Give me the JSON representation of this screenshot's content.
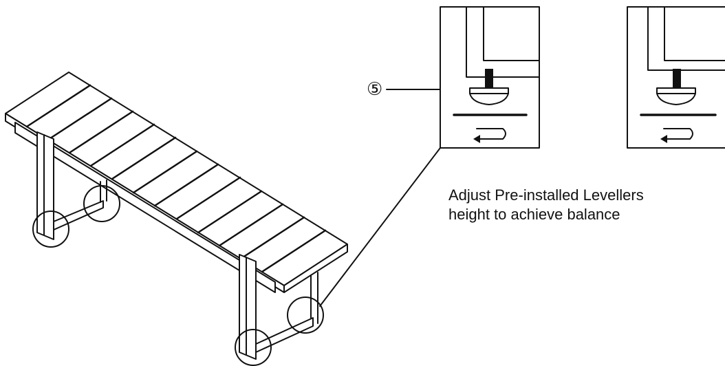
{
  "instruction": {
    "line1": "Adjust Pre-installed Levellers",
    "line2": "height to achieve balance"
  },
  "callout": {
    "part_number": "⑤"
  },
  "icons": {
    "rotate": "rotate-arrow-icon"
  },
  "colors": {
    "line": "#111111",
    "background": "#ffffff"
  }
}
